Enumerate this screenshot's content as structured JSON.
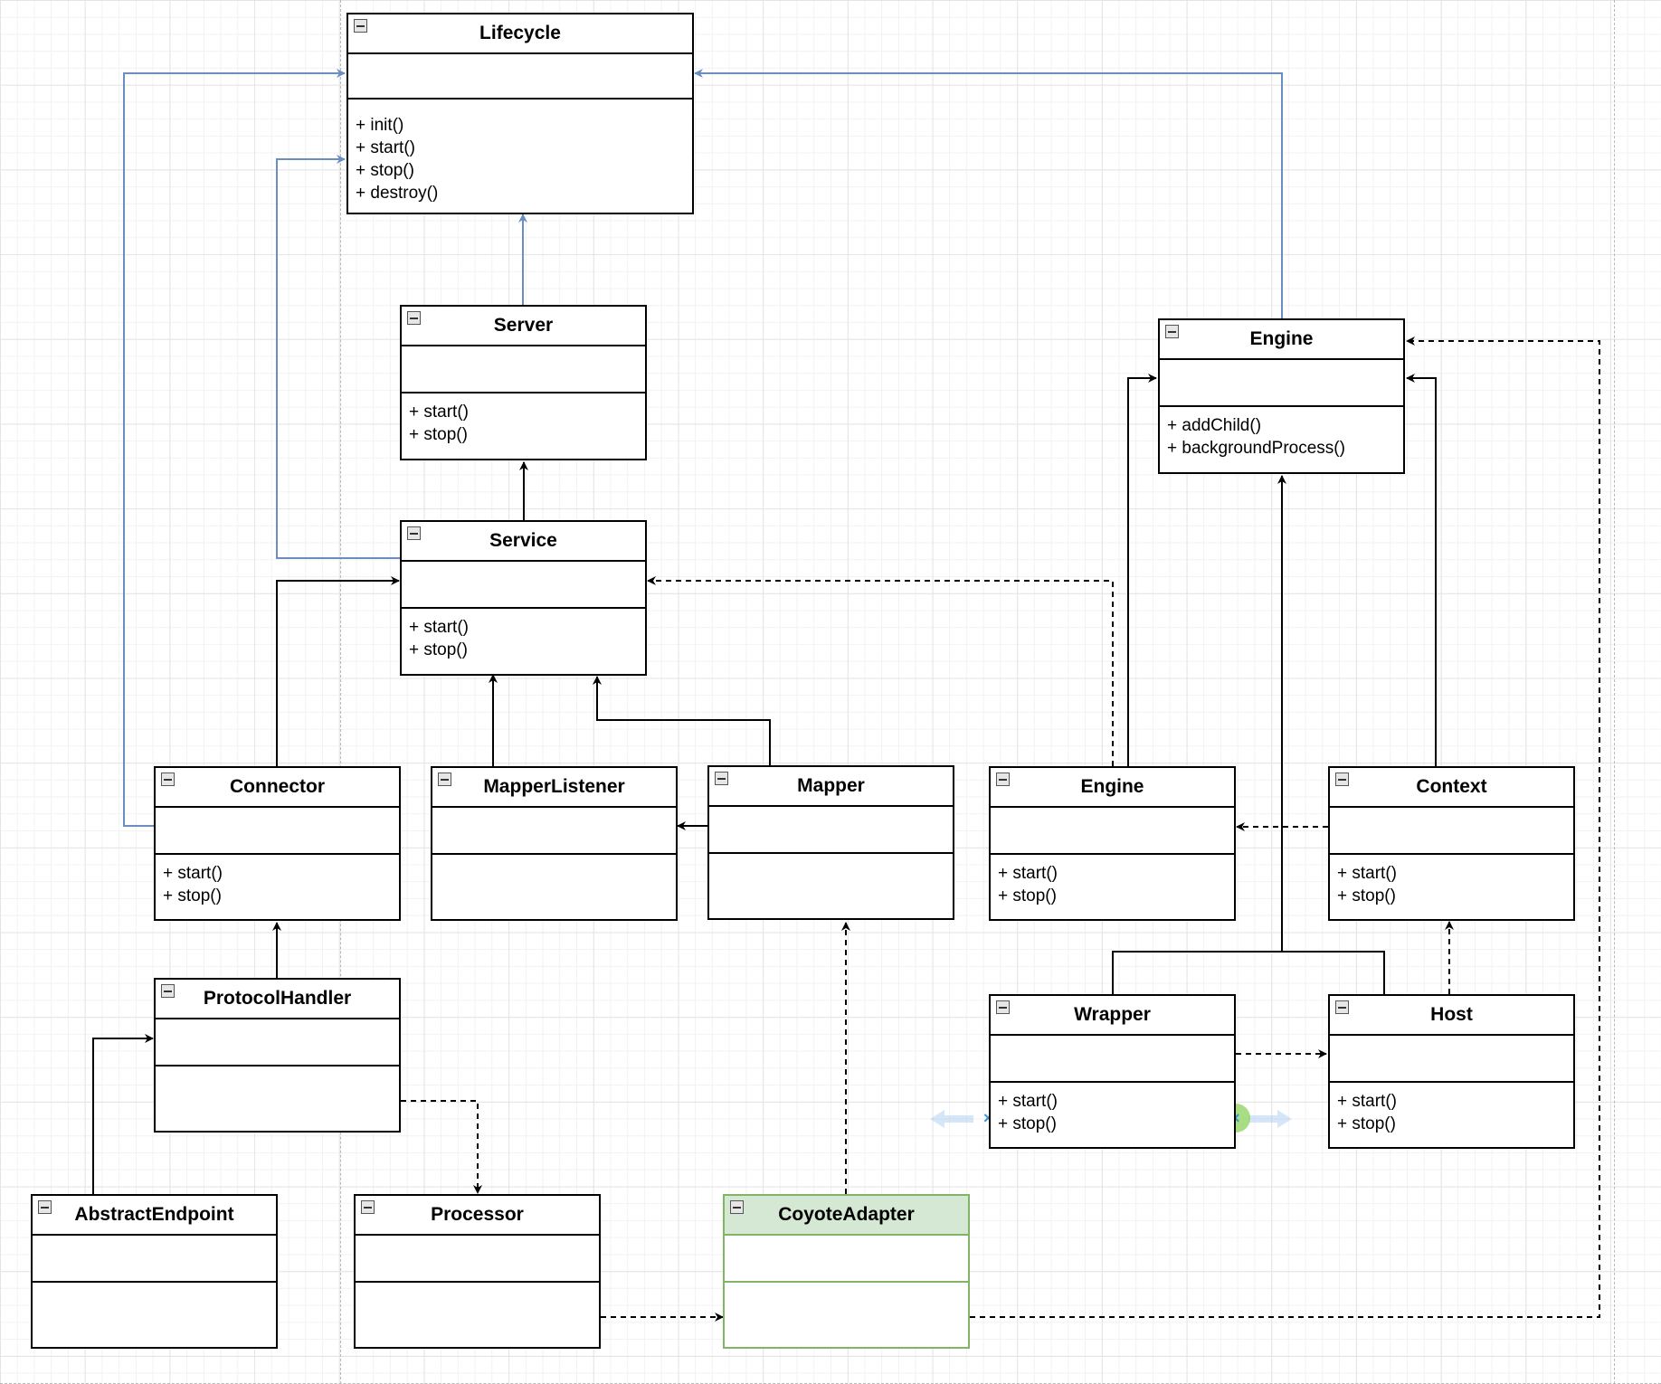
{
  "diagram": {
    "classes": {
      "lifecycle": {
        "name": "Lifecycle",
        "methods": [
          "+ init()",
          "+ start()",
          "+ stop()",
          "+ destroy()"
        ]
      },
      "server": {
        "name": "Server",
        "methods": [
          "+ start()",
          "+ stop()"
        ]
      },
      "service": {
        "name": "Service",
        "methods": [
          "+ start()",
          "+ stop()"
        ]
      },
      "engine_top": {
        "name": "Engine",
        "methods": [
          "+ addChild()",
          "+ backgroundProcess()"
        ]
      },
      "connector": {
        "name": "Connector",
        "methods": [
          "+ start()",
          "+ stop()"
        ]
      },
      "mapper_listener": {
        "name": "MapperListener",
        "methods": []
      },
      "mapper": {
        "name": "Mapper",
        "methods": []
      },
      "engine_mid": {
        "name": "Engine",
        "methods": [
          "+ start()",
          "+ stop()"
        ]
      },
      "context": {
        "name": "Context",
        "methods": [
          "+ start()",
          "+ stop()"
        ]
      },
      "protocol_handler": {
        "name": "ProtocolHandler",
        "methods": []
      },
      "wrapper": {
        "name": "Wrapper",
        "methods": [
          "+ start()",
          "+ stop()"
        ]
      },
      "host": {
        "name": "Host",
        "methods": [
          "+ start()",
          "+ stop()"
        ]
      },
      "abstract_endpoint": {
        "name": "AbstractEndpoint",
        "methods": []
      },
      "processor": {
        "name": "Processor",
        "methods": []
      },
      "coyote_adapter": {
        "name": "CoyoteAdapter",
        "methods": []
      }
    },
    "colors": {
      "line": "#000000",
      "lifecycle_link": "#6c8ebf",
      "selected_fill": "#d5e8d4",
      "selected_stroke": "#82b366"
    }
  }
}
